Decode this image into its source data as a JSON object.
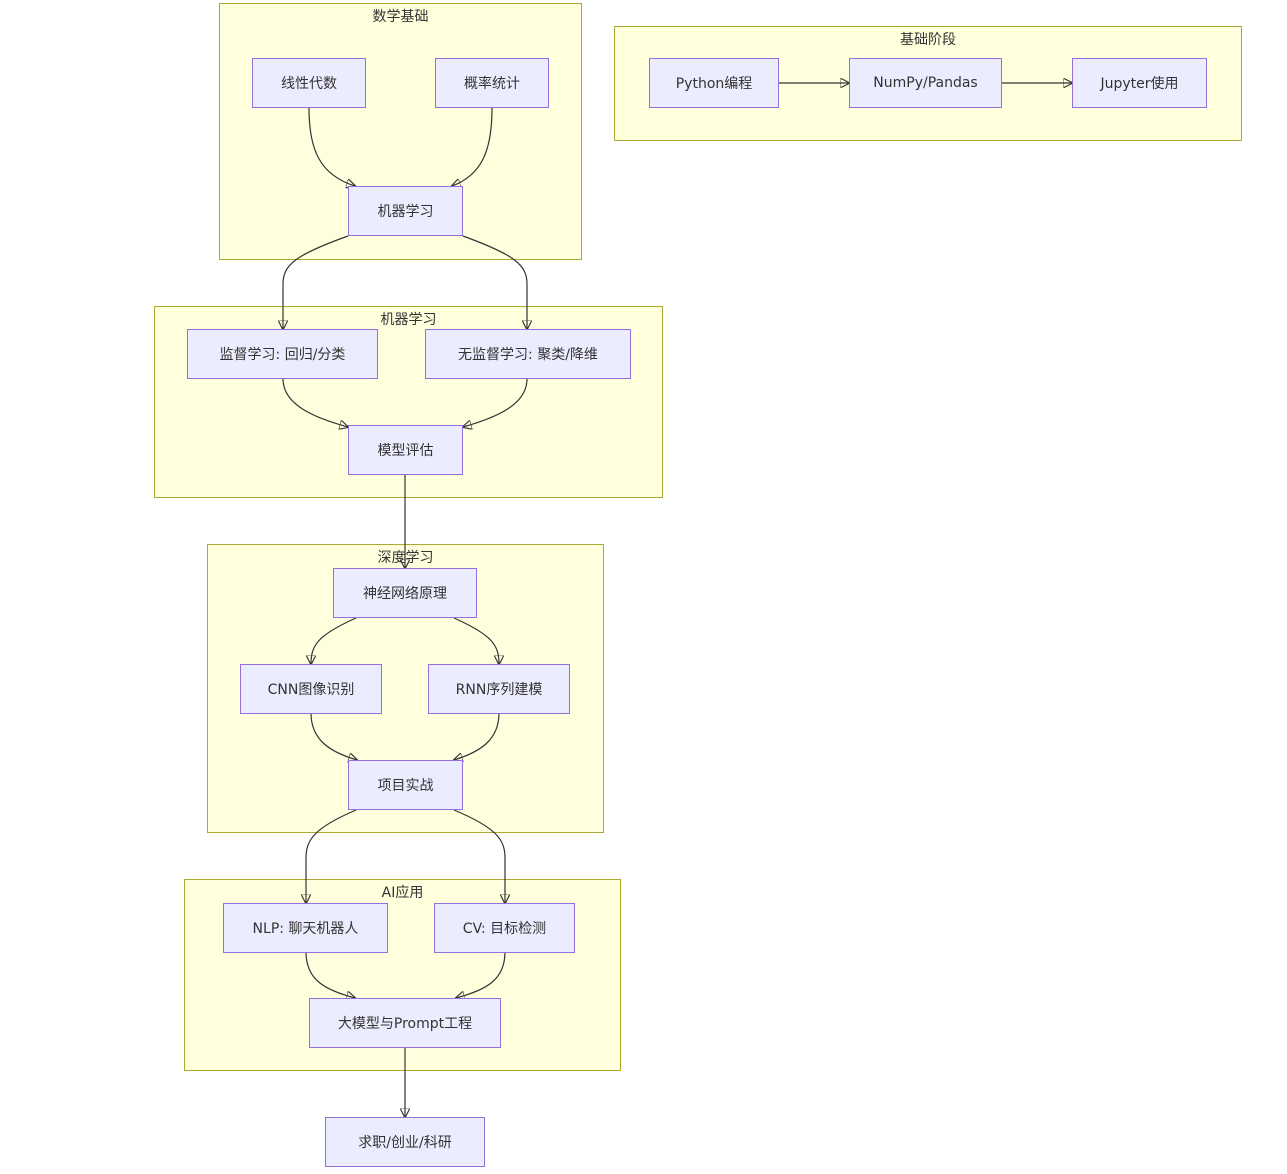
{
  "clusters": {
    "basics": "基础阶段",
    "math": "数学基础",
    "ml": "机器学习",
    "dl": "深度学习",
    "ai": "AI应用"
  },
  "nodes": {
    "python": "Python编程",
    "numpy": "NumPy/Pandas",
    "jupyter": "Jupyter使用",
    "linear": "线性代数",
    "prob": "概率统计",
    "ml_core": "机器学习",
    "supervised": "监督学习: 回归/分类",
    "unsupervised": "无监督学习: 聚类/降维",
    "eval": "模型评估",
    "nn": "神经网络原理",
    "cnn": "CNN图像识别",
    "rnn": "RNN序列建模",
    "project": "项目实战",
    "nlp": "NLP: 聊天机器人",
    "cv": "CV: 目标检测",
    "llm": "大模型与Prompt工程",
    "career": "求职/创业/科研"
  }
}
